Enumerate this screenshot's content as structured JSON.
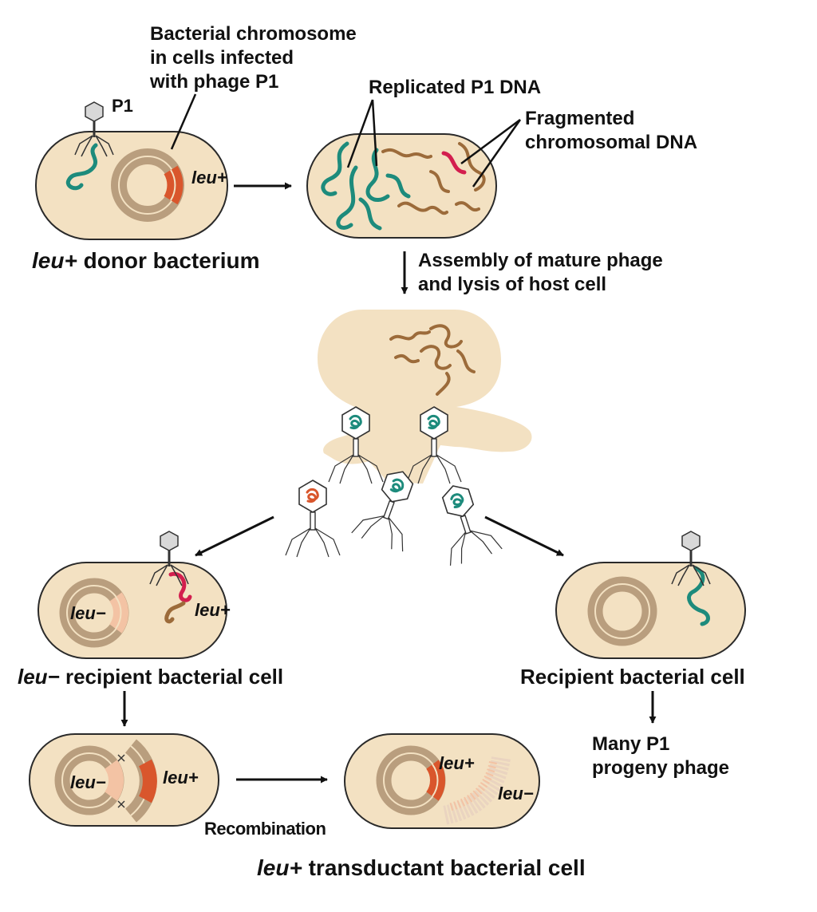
{
  "labels": {
    "bacterial_chromosome": [
      "Bacterial chromosome",
      "in cells infected",
      "with phage P1"
    ],
    "p1": "P1",
    "replicated_p1_dna": "Replicated P1 DNA",
    "fragmented_chromosomal_dna": [
      "Fragmented",
      "chromosomal DNA"
    ],
    "donor_leu_gene": "leu+",
    "donor_caption_gene": "leu+",
    "donor_caption_rest": " donor bacterium",
    "assembly_lysis": [
      "Assembly of mature phage",
      "and lysis of host cell"
    ],
    "recipient1_chrom_gene": "leu−",
    "recipient1_fragment_gene": "leu+",
    "recipient1_caption_gene": "leu−",
    "recipient1_caption_rest": " recipient bacterial cell",
    "recipient2_caption": "Recipient bacterial cell",
    "progeny": [
      "Many P1",
      "progeny phage"
    ],
    "recomb_chrom_gene": "leu−",
    "recomb_fragment_gene": "leu+",
    "recombination": "Recombination",
    "transductant_chrom_gene": "leu+",
    "transductant_fragment_gene": "leu−",
    "transductant_caption_gene": "leu+",
    "transductant_caption_rest": " transductant bacterial cell"
  },
  "colors": {
    "cell": "#f3e1c2",
    "cell_outline": "#2a2a2a",
    "chromosome": "#b99e7e",
    "phage_dna": "#1d8b7c",
    "host_dna": "#9c6b3a",
    "leu_plus": "#d9562c",
    "leu_minus": "#f3c3a4",
    "fragment_red": "#d31e4e"
  }
}
